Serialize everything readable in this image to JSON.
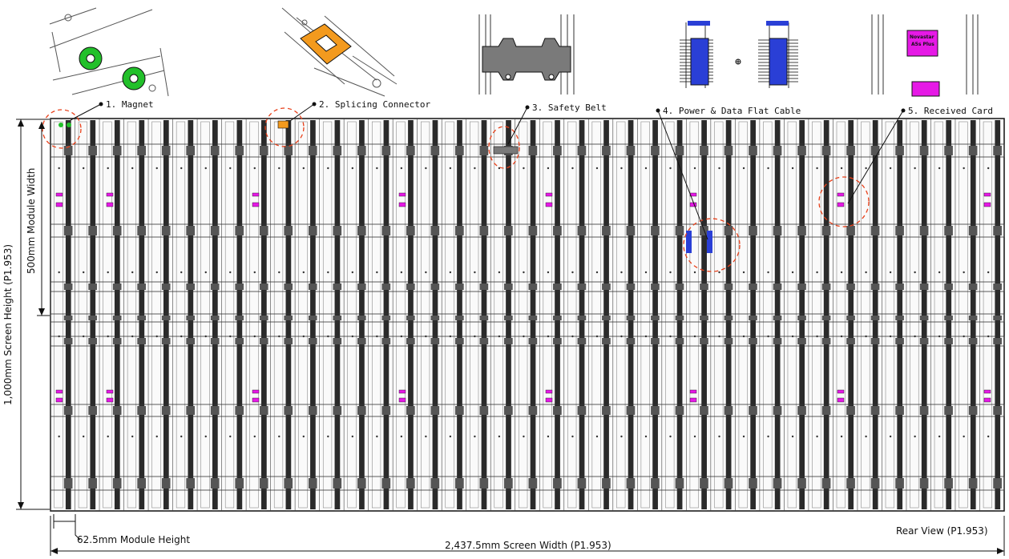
{
  "callouts": [
    {
      "id": "magnet",
      "label": "1. Magnet"
    },
    {
      "id": "splicing",
      "label": "2. Splicing Connector"
    },
    {
      "id": "safety",
      "label": "3. Safety Belt"
    },
    {
      "id": "power",
      "label": "4. Power & Data Flat Cable"
    },
    {
      "id": "card",
      "label": "5. Received Card"
    }
  ],
  "dimensions": {
    "screen_height": "1,000mm Screen Height (P1.953)",
    "module_width": "500mm Module Width",
    "module_height": "62.5mm Module Height",
    "screen_width": "2,437.5mm Screen Width (P1.953)",
    "view": "Rear View (P1.953)"
  },
  "card_detail_text": [
    "Novastar",
    "A5s Plus"
  ],
  "colors": {
    "magnet": "#22c02a",
    "connector": "#f39a1e",
    "belt": "#7a7a7a",
    "cable": "#2a3fd6",
    "card": "#e619e6",
    "callout_circle": "#e8401a",
    "line": "#222222"
  }
}
